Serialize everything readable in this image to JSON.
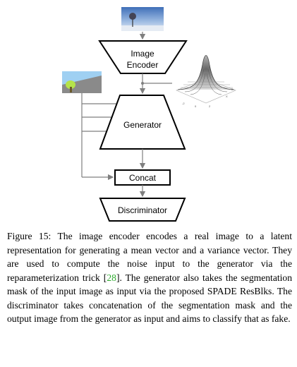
{
  "figure": {
    "image_encoder_label_line1": "Image",
    "image_encoder_label_line2": "Encoder",
    "generator_label": "Generator",
    "concat_label": "Concat",
    "discriminator_label": "Discriminator",
    "colors": {
      "stroke": "#000000",
      "arrow": "#7f7f7f",
      "real_image_sky": "#5a86c5",
      "segmentation_sky": "#9fd0f2",
      "segmentation_ground": "#8a8a8a",
      "segmentation_tree": "#b5e34a"
    }
  },
  "caption": {
    "prefix": "Figure 15: The image encoder encodes a real image to a latent representation for generating a mean vector and a variance vector. They are used to compute the noise input to the generator via the reparameterization trick [",
    "ref": "28",
    "suffix": "]. The generator also takes the segmentation mask of the input image as input via the proposed SPADE ResBlks. The discriminator takes concatenation of the segmentation mask and the output image from the generator as input and aims to classify that as fake."
  }
}
